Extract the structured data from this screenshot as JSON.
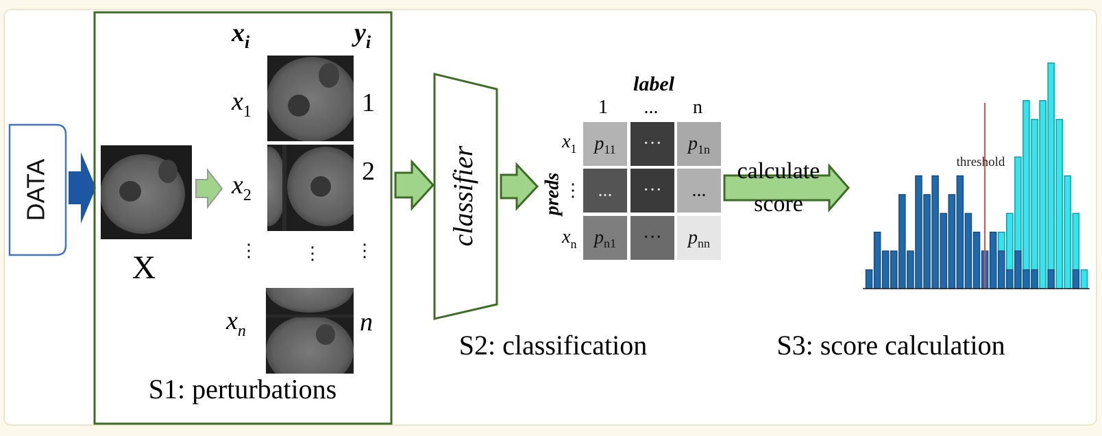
{
  "data_box": {
    "label": "DATA"
  },
  "s1": {
    "col_x_header": "x",
    "col_x_header_sub": "i",
    "col_y_header": "y",
    "col_y_header_sub": "i",
    "input_label": "X",
    "rows": [
      {
        "x": "x",
        "sub": "1",
        "y": "1"
      },
      {
        "x": "x",
        "sub": "2",
        "y": "2"
      },
      {
        "x": "x",
        "sub": "n",
        "y": "n"
      }
    ],
    "ellipsis": "⋮",
    "caption": "S1: perturbations"
  },
  "s2": {
    "classifier_label": "classifier",
    "matrix_title": "label",
    "matrix_side": "preds",
    "col_labels": [
      "1",
      "...",
      "n"
    ],
    "row_labels": [
      {
        "x": "x",
        "sub": "1"
      },
      {
        "x": "⋮",
        "sub": ""
      },
      {
        "x": "x",
        "sub": "n"
      }
    ],
    "cells": [
      [
        {
          "p": "p",
          "sub": "11"
        },
        {
          "p": "···",
          "sub": ""
        },
        {
          "p": "p",
          "sub": "1n"
        }
      ],
      [
        {
          "p": "...",
          "sub": ""
        },
        {
          "p": "···",
          "sub": ""
        },
        {
          "p": "...",
          "sub": ""
        }
      ],
      [
        {
          "p": "p",
          "sub": "n1"
        },
        {
          "p": "···",
          "sub": ""
        },
        {
          "p": "p",
          "sub": "nn"
        }
      ]
    ],
    "cell_colors": [
      [
        "#b3b3b3",
        "#3d3d3d",
        "#a9a9a9"
      ],
      [
        "#545454",
        "#3a3a3a",
        "#b0b0b0"
      ],
      [
        "#7e7e7e",
        "#6b6b6b",
        "#e6e6e6"
      ]
    ],
    "arrow_label_line1": "calculate",
    "arrow_label_line2": "score",
    "caption": "S2: classification"
  },
  "s3": {
    "threshold_label": "threshold",
    "caption": "S3: score calculation",
    "colors": {
      "dark_series": "#1f6aad",
      "light_series": "#35e4ec",
      "threshold": "#e34b4b"
    }
  },
  "colors": {
    "green_box": "#3e6b25",
    "green_arrow": "#9fd48a",
    "blue_arrow": "#1d56a2",
    "data_border": "#4472c4"
  },
  "chart_data": {
    "type": "bar",
    "title": "",
    "xlabel": "",
    "ylabel": "",
    "series": [
      {
        "values": [
          1,
          3,
          2,
          2,
          5,
          2,
          6,
          5,
          6,
          4,
          5,
          6,
          4,
          3,
          2,
          3,
          2,
          1,
          2,
          1,
          1,
          0,
          1,
          0,
          0,
          1,
          0
        ]
      },
      {
        "values": [
          0,
          0,
          0,
          0,
          0,
          0,
          0,
          0,
          0,
          0,
          0,
          0,
          0,
          0,
          0,
          2,
          3,
          4,
          7,
          10,
          9,
          10,
          12,
          9,
          6,
          4,
          1
        ]
      }
    ],
    "threshold": 14.5
  }
}
